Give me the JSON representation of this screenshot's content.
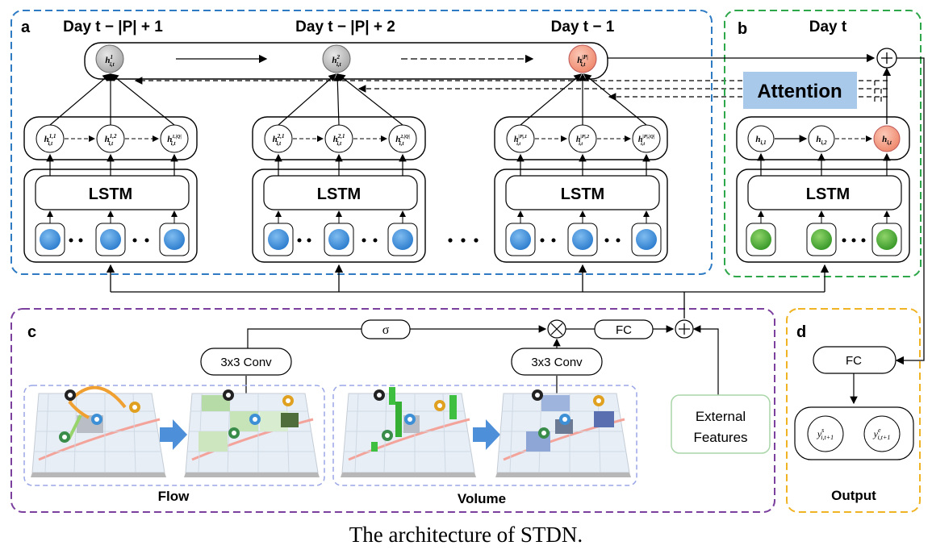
{
  "panels": {
    "a": {
      "label": "a",
      "border_color": "#2e7bc4"
    },
    "b": {
      "label": "b",
      "border_color": "#2ea64a"
    },
    "c": {
      "label": "c",
      "border_color": "#7b3f9e"
    },
    "d": {
      "label": "d",
      "border_color": "#f0b323"
    }
  },
  "days": [
    "Day t − |P| + 1",
    "Day t − |P| + 2",
    "Day t − 1",
    "Day t"
  ],
  "top_states": [
    "h¹ i,t",
    "h² i,t",
    "h|P| i,t"
  ],
  "lstm_label": "LSTM",
  "hidden_states": [
    [
      "h1,1 i,t",
      "h1,2 i,t",
      "h1,|Q| i,t"
    ],
    [
      "h2,1 i,t",
      "h2,1 i,t",
      "h2,|Q| i,t"
    ],
    [
      "h|P|,1 i,t",
      "h|P|,2 i,t",
      "h|P|,|Q| i,t"
    ],
    [
      "h i,1",
      "h i,2",
      "h i,t"
    ]
  ],
  "attention_label": "Attention",
  "ops": {
    "sigma": "σ",
    "fc": "FC",
    "conv": "3x3 Conv"
  },
  "external_features": [
    "External",
    "Features"
  ],
  "maps": {
    "flow": "Flow",
    "volume": "Volume"
  },
  "output": {
    "fc": "FC",
    "y_s": "y s i,t+1",
    "y_e": "y e i,t+1",
    "label": "Output"
  },
  "caption": "The architecture of STDN.",
  "colors": {
    "blue_node": "#3d8fd6",
    "green_node": "#4caf3a",
    "highlight": "#f4a08a",
    "attention_bg": "#a9c9ea"
  }
}
